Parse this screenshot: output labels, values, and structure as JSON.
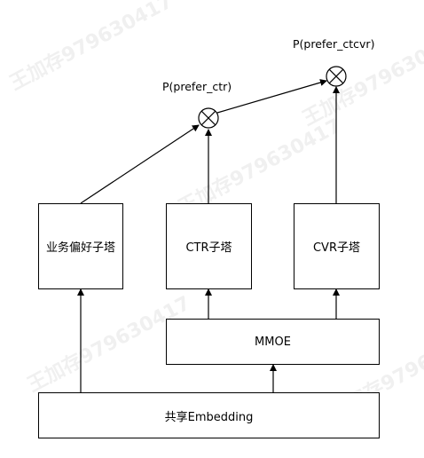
{
  "nodes": {
    "pref_tower": "业务偏好子塔",
    "ctr_tower": "CTR子塔",
    "cvr_tower": "CVR子塔",
    "mmoe": "MMOE",
    "embedding": "共享Embedding"
  },
  "outputs": {
    "ctr": "P(prefer_ctr)",
    "ctcvr": "P(prefer_ctcvr)"
  },
  "watermark_text": "王加存979630417"
}
